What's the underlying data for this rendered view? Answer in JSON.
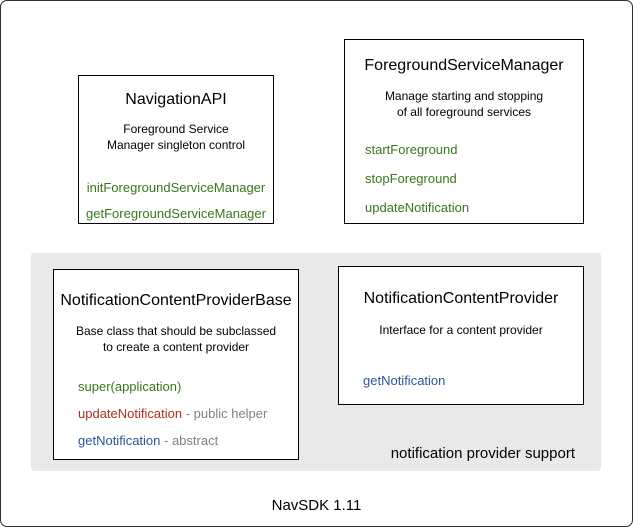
{
  "diagram": {
    "footer_label": "NavSDK 1.11",
    "panel_label": "notification provider support"
  },
  "classes": {
    "navigation_api": {
      "title": "NavigationAPI",
      "description_lines": [
        "Foreground Service",
        "Manager singleton control"
      ],
      "methods": [
        {
          "name": "initForegroundServiceManager",
          "color": "green"
        },
        {
          "name": "getForegroundServiceManager",
          "color": "green"
        }
      ]
    },
    "foreground_service_manager": {
      "title": "ForegroundServiceManager",
      "description_lines": [
        "Manage starting and stopping",
        "of all foreground services"
      ],
      "methods": [
        {
          "name": "startForeground",
          "color": "green"
        },
        {
          "name": "stopForeground",
          "color": "green"
        },
        {
          "name": "updateNotification",
          "color": "green"
        }
      ]
    },
    "notification_content_provider_base": {
      "title": "NotificationContentProviderBase",
      "description_lines": [
        "Base class that should be subclassed",
        "to create a content provider"
      ],
      "methods": [
        {
          "name": "super(application)",
          "suffix": "",
          "color": "green"
        },
        {
          "name": "updateNotification",
          "suffix": " - public helper",
          "color": "red"
        },
        {
          "name": "getNotification",
          "suffix": " - abstract",
          "color": "blue"
        }
      ]
    },
    "notification_content_provider": {
      "title": "NotificationContentProvider",
      "description_lines": [
        "Interface for a content provider"
      ],
      "methods": [
        {
          "name": "getNotification",
          "color": "blue"
        }
      ]
    }
  },
  "colors": {
    "method_green": "#38761d",
    "method_red": "#aa3124",
    "method_blue": "#2a5599",
    "suffix_gray": "#808080",
    "panel_background": "#e9e9e9"
  }
}
